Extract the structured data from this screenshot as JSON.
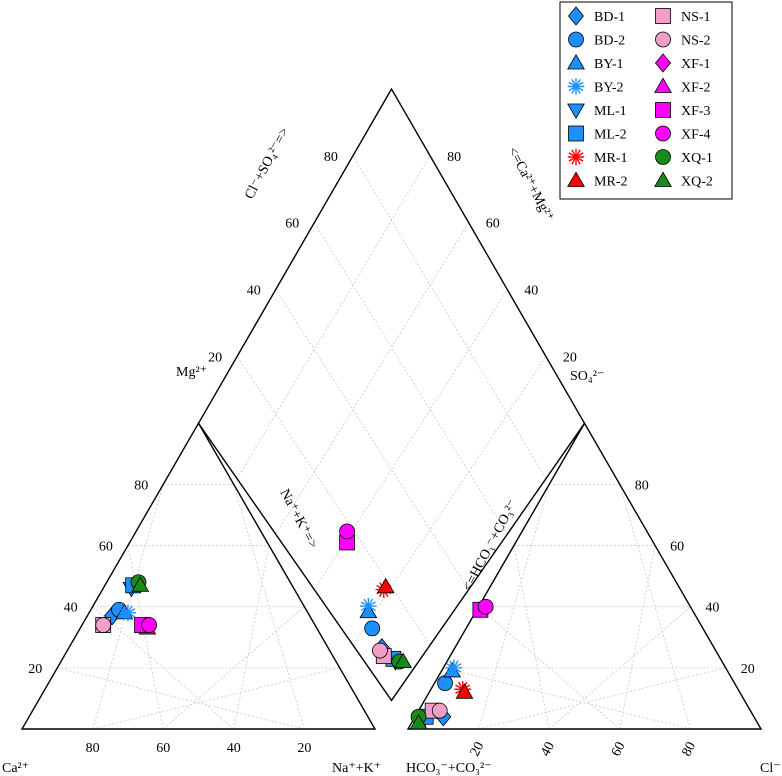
{
  "diagram": {
    "type": "piper",
    "corner_labels": {
      "cation_left": "Ca²⁺",
      "cation_right": "Na⁺+K⁺",
      "cation_top": "Mg²⁺",
      "anion_left": "HCO₃⁻+CO₃²⁻",
      "anion_right": "Cl⁻",
      "anion_top": "SO₄²⁻"
    },
    "axis_labels": {
      "diamond_upper_left": "Cl⁻+SO₄²⁻=>",
      "diamond_upper_right": "<=Ca²⁺+Mg²⁺",
      "cation_right_edge": "Na⁺+K⁺=>",
      "anion_left_edge": "<=HCO₃⁻+CO₃²⁻"
    },
    "ticks": {
      "cation_bottom": [
        "80",
        "60",
        "40",
        "20"
      ],
      "cation_left": [
        "20",
        "40",
        "60",
        "80"
      ],
      "anion_bottom": [
        "20",
        "40",
        "60",
        "80"
      ],
      "anion_right": [
        "20",
        "40",
        "60",
        "80"
      ],
      "diamond_left": [
        "20",
        "40",
        "60",
        "80"
      ],
      "diamond_right": [
        "80",
        "60",
        "40",
        "20"
      ]
    }
  },
  "legend": {
    "items": [
      {
        "label": "BD-1",
        "marker": "diamond",
        "color": "#1e8fff"
      },
      {
        "label": "BD-2",
        "marker": "circle",
        "color": "#1e8fff"
      },
      {
        "label": "BY-1",
        "marker": "triangle-up",
        "color": "#1e8fff"
      },
      {
        "label": "BY-2",
        "marker": "asterisk",
        "color": "#1e8fff"
      },
      {
        "label": "ML-1",
        "marker": "triangle-down",
        "color": "#1e8fff"
      },
      {
        "label": "ML-2",
        "marker": "square",
        "color": "#1e8fff"
      },
      {
        "label": "MR-1",
        "marker": "asterisk",
        "color": "#ff0000"
      },
      {
        "label": "MR-2",
        "marker": "triangle-up",
        "color": "#ff0000"
      },
      {
        "label": "NS-1",
        "marker": "square",
        "color": "#f0a0c8"
      },
      {
        "label": "NS-2",
        "marker": "circle",
        "color": "#f0a0c8"
      },
      {
        "label": "XF-1",
        "marker": "diamond",
        "color": "#ff00ff"
      },
      {
        "label": "XF-2",
        "marker": "triangle-up",
        "color": "#ff00ff"
      },
      {
        "label": "XF-3",
        "marker": "square",
        "color": "#ff00ff"
      },
      {
        "label": "XF-4",
        "marker": "circle",
        "color": "#ff00ff"
      },
      {
        "label": "XQ-1",
        "marker": "circle",
        "color": "#1a8a1a"
      },
      {
        "label": "XQ-2",
        "marker": "triangle-up",
        "color": "#1a8a1a"
      }
    ]
  },
  "samples": [
    {
      "name": "BD-1",
      "marker": "diamond",
      "color": "#1e8fff",
      "cation": {
        "Ca": 56,
        "Mg": 37,
        "NaK": 7
      },
      "anion": {
        "HCO3": 88,
        "SO4": 4,
        "Cl": 8
      }
    },
    {
      "name": "BD-2",
      "marker": "circle",
      "color": "#1e8fff",
      "cation": {
        "Ca": 53,
        "Mg": 39,
        "NaK": 8
      },
      "anion": {
        "HCO3": 82,
        "SO4": 15,
        "Cl": 3
      }
    },
    {
      "name": "BY-1",
      "marker": "triangle-up",
      "color": "#1e8fff",
      "cation": {
        "Ca": 52,
        "Mg": 38,
        "NaK": 10
      },
      "anion": {
        "HCO3": 78,
        "SO4": 19,
        "Cl": 3
      }
    },
    {
      "name": "BY-2",
      "marker": "asterisk",
      "color": "#1e8fff",
      "cation": {
        "Ca": 51,
        "Mg": 38,
        "NaK": 11
      },
      "anion": {
        "HCO3": 77,
        "SO4": 20,
        "Cl": 3
      }
    },
    {
      "name": "ML-1",
      "marker": "triangle-down",
      "color": "#1e8fff",
      "cation": {
        "Ca": 46,
        "Mg": 46,
        "NaK": 8
      },
      "anion": {
        "HCO3": 94,
        "SO4": 3,
        "Cl": 3
      }
    },
    {
      "name": "ML-2",
      "marker": "square",
      "color": "#1e8fff",
      "cation": {
        "Ca": 45,
        "Mg": 47,
        "NaK": 8
      },
      "anion": {
        "HCO3": 93,
        "SO4": 4,
        "Cl": 3
      }
    },
    {
      "name": "MR-1",
      "marker": "asterisk",
      "color": "#ff0000",
      "cation": {
        "Ca": 48,
        "Mg": 34,
        "NaK": 18
      },
      "anion": {
        "HCO3": 78,
        "SO4": 13,
        "Cl": 9
      }
    },
    {
      "name": "MR-2",
      "marker": "triangle-up",
      "color": "#ff0000",
      "cation": {
        "Ca": 48,
        "Mg": 33,
        "NaK": 19
      },
      "anion": {
        "HCO3": 78,
        "SO4": 12,
        "Cl": 10
      }
    },
    {
      "name": "NS-1",
      "marker": "square",
      "color": "#f0a0c8",
      "cation": {
        "Ca": 60,
        "Mg": 34,
        "NaK": 6
      },
      "anion": {
        "HCO3": 90,
        "SO4": 6,
        "Cl": 4
      }
    },
    {
      "name": "NS-2",
      "marker": "circle",
      "color": "#f0a0c8",
      "cation": {
        "Ca": 60,
        "Mg": 34,
        "NaK": 6
      },
      "anion": {
        "HCO3": 88,
        "SO4": 6,
        "Cl": 6
      }
    },
    {
      "name": "XF-3",
      "marker": "square",
      "color": "#ff00ff",
      "cation": {
        "Ca": 49,
        "Mg": 34,
        "NaK": 17
      },
      "anion": {
        "HCO3": 60,
        "SO4": 39,
        "Cl": 1
      }
    },
    {
      "name": "XF-4",
      "marker": "circle",
      "color": "#ff00ff",
      "cation": {
        "Ca": 47,
        "Mg": 34,
        "NaK": 19
      },
      "anion": {
        "HCO3": 58,
        "SO4": 40,
        "Cl": 2
      }
    },
    {
      "name": "XQ-1",
      "marker": "circle",
      "color": "#1a8a1a",
      "cation": {
        "Ca": 43,
        "Mg": 48,
        "NaK": 9
      },
      "anion": {
        "HCO3": 95,
        "SO4": 4,
        "Cl": 1
      }
    },
    {
      "name": "XQ-2",
      "marker": "triangle-up",
      "color": "#1a8a1a",
      "cation": {
        "Ca": 43,
        "Mg": 47,
        "NaK": 10
      },
      "anion": {
        "HCO3": 96,
        "SO4": 2,
        "Cl": 2
      }
    }
  ]
}
